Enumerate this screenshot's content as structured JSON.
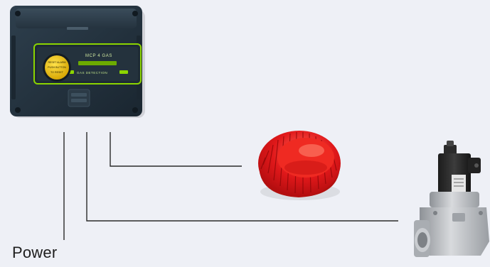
{
  "labels": {
    "power": "Power"
  },
  "devices": {
    "controller": {
      "icon": "gas-detection-controller-icon",
      "button_text": [
        "RESET ALARM",
        "PUSH BUTTON",
        "TO RESET"
      ],
      "panel_title": "MCP 4 GAS",
      "panel_caption": "GAS DETECTION"
    },
    "sounder": {
      "icon": "alarm-sounder-beacon-icon"
    },
    "valve": {
      "icon": "solenoid-gas-valve-icon"
    }
  },
  "colors": {
    "background": "#eef0f6",
    "wire": "#2a2a2a",
    "controller_body": "#22313d",
    "controller_accent": "#8bd400",
    "button": "#f2c500",
    "sounder": "#e0181a",
    "valve_metal": "#b9bcc0"
  }
}
